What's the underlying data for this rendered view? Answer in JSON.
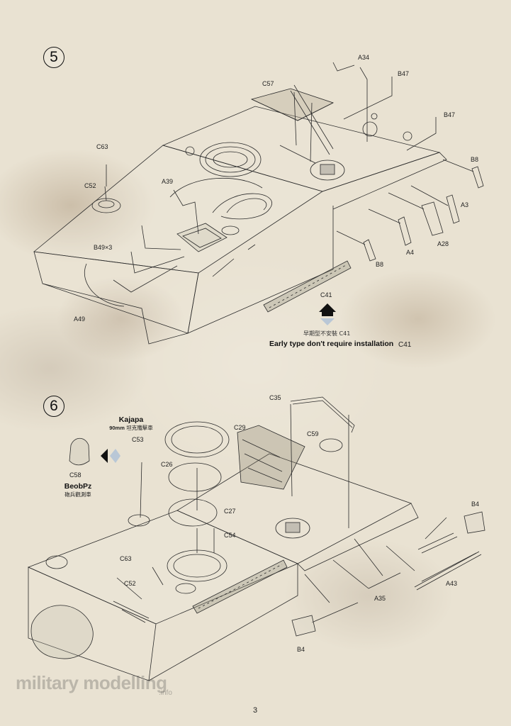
{
  "page_number": "3",
  "watermark": {
    "text": "military modelling",
    "suffix": ".info"
  },
  "step5": {
    "number": "5",
    "labels": {
      "a34": "A34",
      "b47a": "B47",
      "b47b": "B47",
      "c57": "C57",
      "c63": "C63",
      "b8a": "B8",
      "c52": "C52",
      "a39": "A39",
      "a3": "A3",
      "b49": "B49×3",
      "a28": "A28",
      "a4": "A4",
      "b8b": "B8",
      "a49": "A49",
      "c41": "C41"
    },
    "note": {
      "zh": "早期型不安裝 C41",
      "en": "Early type don't require installation",
      "part": "C41"
    }
  },
  "step6": {
    "number": "6",
    "labels": {
      "c35": "C35",
      "c29": "C29",
      "c53": "C53",
      "c59": "C59",
      "c26": "C26",
      "c58": "C58",
      "c27": "C27",
      "c54": "C54",
      "b4a": "B4",
      "c63": "C63",
      "c52": "C52",
      "a43": "A43",
      "a35": "A35",
      "b4b": "B4"
    },
    "variant_a": {
      "name": "Kajapa",
      "sub_bold": "90mm",
      "sub": " 坦克殲擊車"
    },
    "variant_b": {
      "name": "BeobPz",
      "sub": "砲兵觀測車"
    }
  }
}
